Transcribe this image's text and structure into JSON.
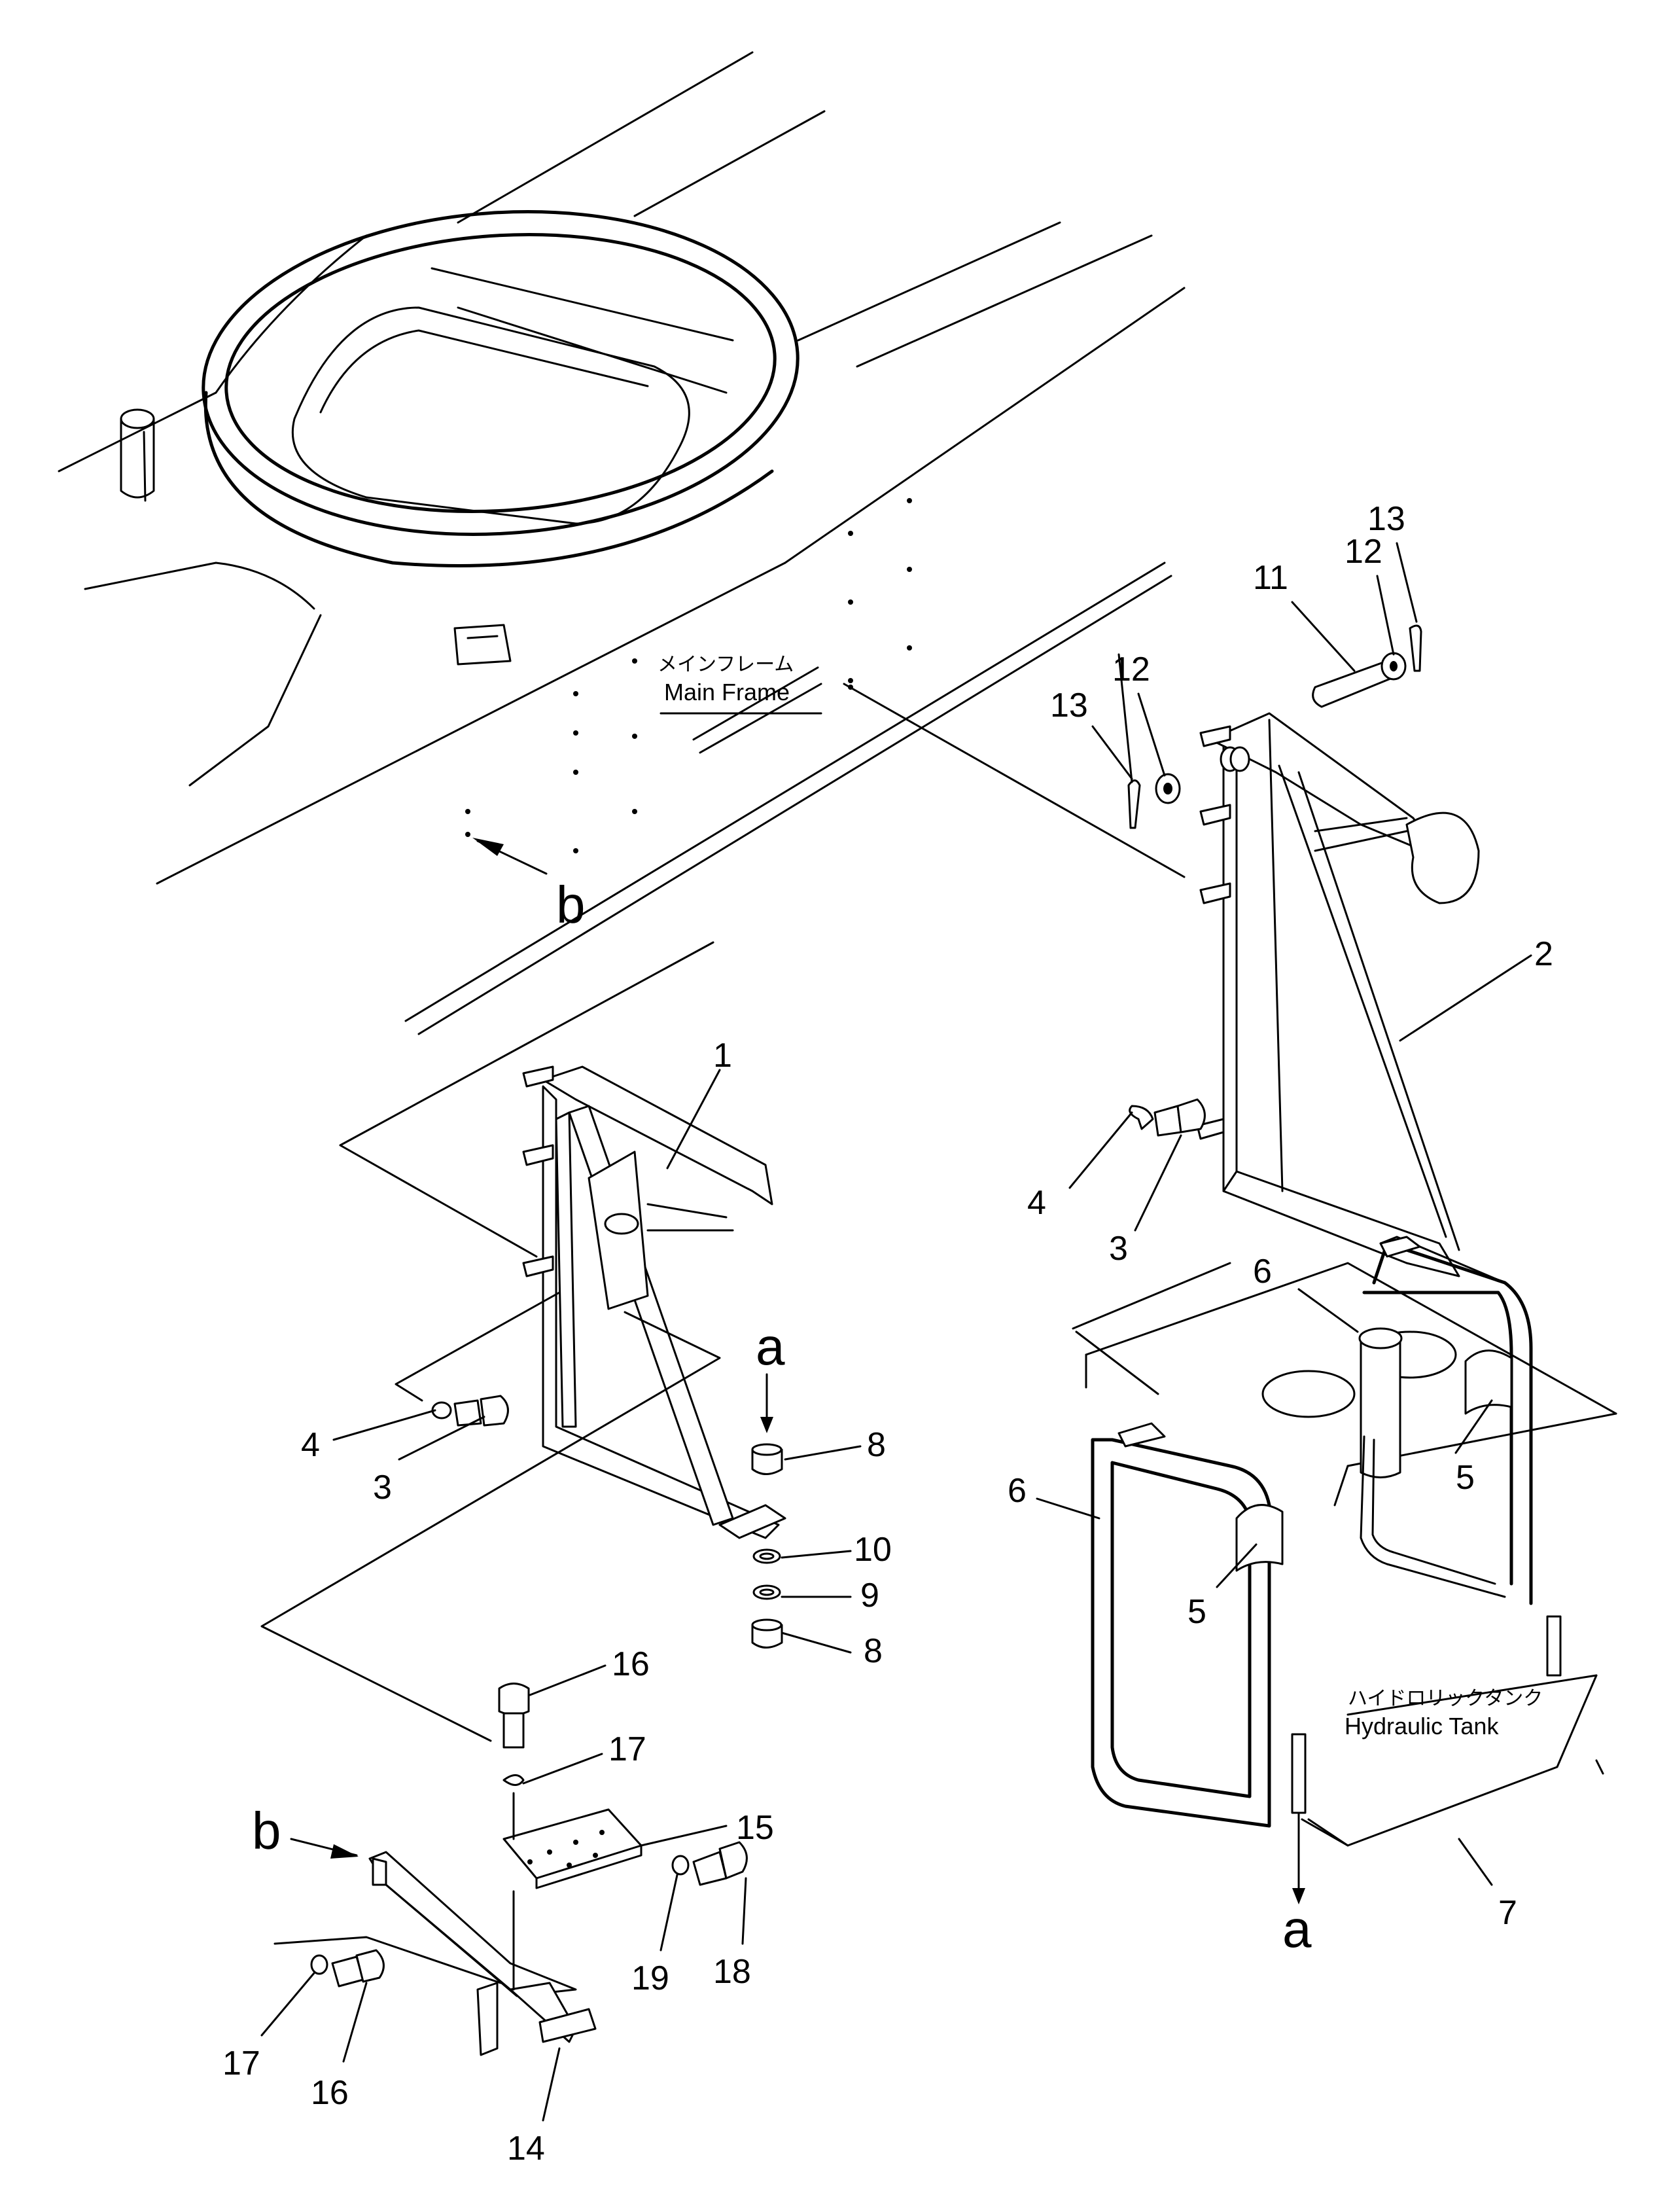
{
  "labels": {
    "main_frame_jp": "メインフレーム",
    "main_frame_en": "Main Frame",
    "hydraulic_tank_jp": "ハイドロリックタンク",
    "hydraulic_tank_en": "Hydraulic Tank",
    "view_a": "a",
    "view_b": "b"
  },
  "callouts": {
    "n1": "1",
    "n2": "2",
    "n3": "3",
    "n4": "4",
    "n5": "5",
    "n6": "6",
    "n7": "7",
    "n8": "8",
    "n9": "9",
    "n10": "10",
    "n11": "11",
    "n12": "12",
    "n13": "13",
    "n14": "14",
    "n15": "15",
    "n16": "16",
    "n17": "17",
    "n18": "18",
    "n19": "19"
  }
}
